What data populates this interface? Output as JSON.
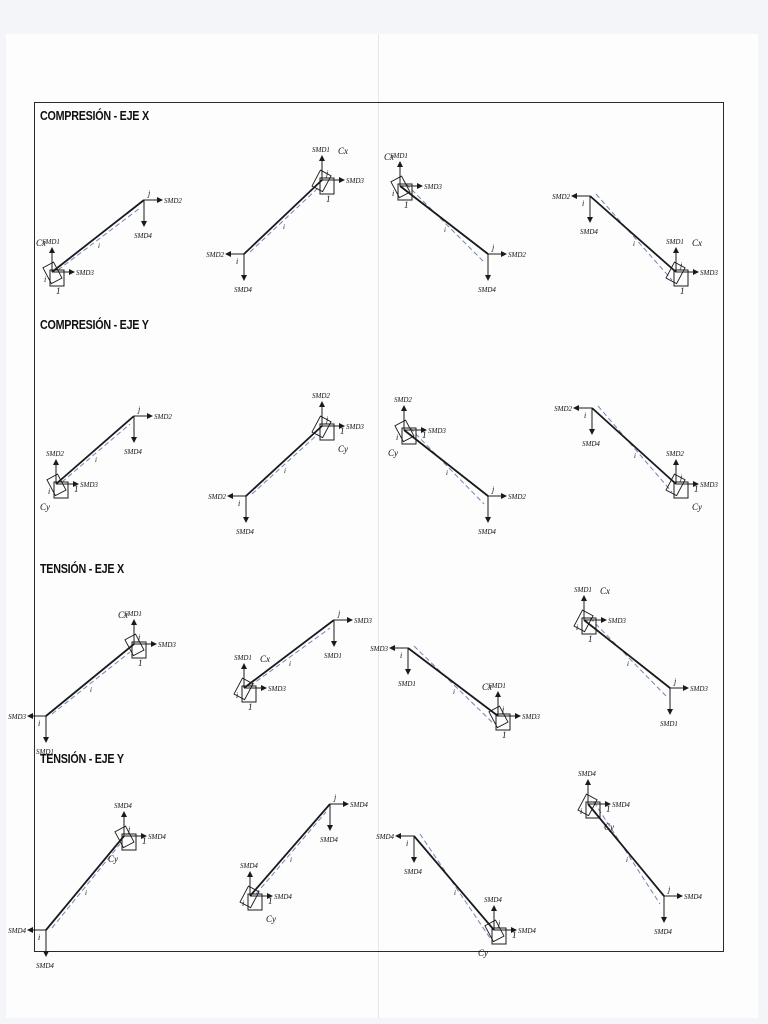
{
  "sections": [
    {
      "title": "COMPRESIÓN - EJE X",
      "c": "Cx",
      "labels": {
        "top": "SMD1",
        "side": "SMD3",
        "end": "SMD2",
        "end_down": "SMD4"
      }
    },
    {
      "title": "COMPRESIÓN - EJE Y",
      "c": "Cy",
      "labels": {
        "top": "SMD2",
        "side": "SMD3",
        "end": "SMD2",
        "end_down": "SMD4"
      }
    },
    {
      "title": "TENSIÓN - EJE X",
      "c": "Cx",
      "labels": {
        "top": "SMD1",
        "side": "SMD3",
        "end": "SMD3",
        "end_down": "SMD1"
      }
    },
    {
      "title": "TENSIÓN - EJE Y",
      "c": "Cy",
      "labels": {
        "top": "SMD4",
        "side": "SMD4",
        "end": "SMD4",
        "end_down": "SMD4"
      }
    }
  ],
  "unit_label": "1",
  "node_i": "i",
  "node_j": "j",
  "colors": {
    "ink": "#1a1a1a",
    "dashed": "#6f86b8",
    "frame": "#2a2a2a"
  }
}
